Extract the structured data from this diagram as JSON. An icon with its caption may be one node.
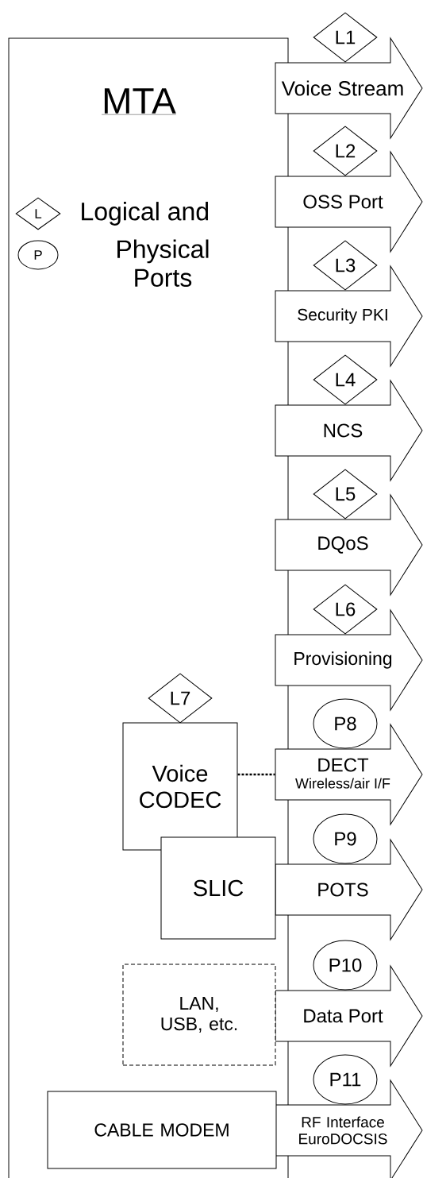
{
  "diagram": {
    "nodes": [
      {
        "text": [
          "MTA"
        ]
      },
      {
        "text": [
          "L"
        ],
        "in": 0,
        "beside": [
          "Logical and"
        ]
      },
      {
        "text": [
          "P"
        ],
        "in": 0,
        "beside": [
          "Physical Ports"
        ]
      },
      {
        "text": [
          "L1"
        ]
      },
      {
        "text": [
          "Voice Stream"
        ]
      },
      {
        "text": [
          "L2"
        ]
      },
      {
        "text": [
          "OSS Port"
        ]
      },
      {
        "text": [
          "L3"
        ]
      },
      {
        "text": [
          "Security PKI"
        ]
      },
      {
        "text": [
          "L4"
        ]
      },
      {
        "text": [
          "NCS"
        ]
      },
      {
        "text": [
          "L5"
        ]
      },
      {
        "text": [
          "DQoS"
        ]
      },
      {
        "text": [
          "L6"
        ]
      },
      {
        "text": [
          "Provisioning"
        ]
      },
      {
        "text": [
          "L7"
        ],
        "in": 0
      },
      {
        "text": [
          "P8"
        ]
      },
      {
        "text": [
          "Voice CODEC"
        ],
        "in": 0
      },
      {
        "text": [
          "DECT",
          "Wireless/air I/F"
        ]
      },
      {
        "text": [
          "P9"
        ]
      },
      {
        "text": [
          "SLIC"
        ],
        "in": 0
      },
      {
        "text": [
          "POTS"
        ]
      },
      {
        "text": [
          "P10"
        ]
      },
      {
        "text": [
          "LAN, USB, etc."
        ],
        "in": 0
      },
      {
        "text": [
          "Data Port"
        ]
      },
      {
        "text": [
          "P11"
        ]
      },
      {
        "text": [
          "CABLE MODEM"
        ],
        "in": 0
      },
      {
        "text": [
          "RF Interface EuroDOCSIS"
        ]
      }
    ],
    "edges": [
      {
        "from": 17,
        "to": 18,
        "arrow": "none",
        "style": "dashed"
      }
    ]
  }
}
